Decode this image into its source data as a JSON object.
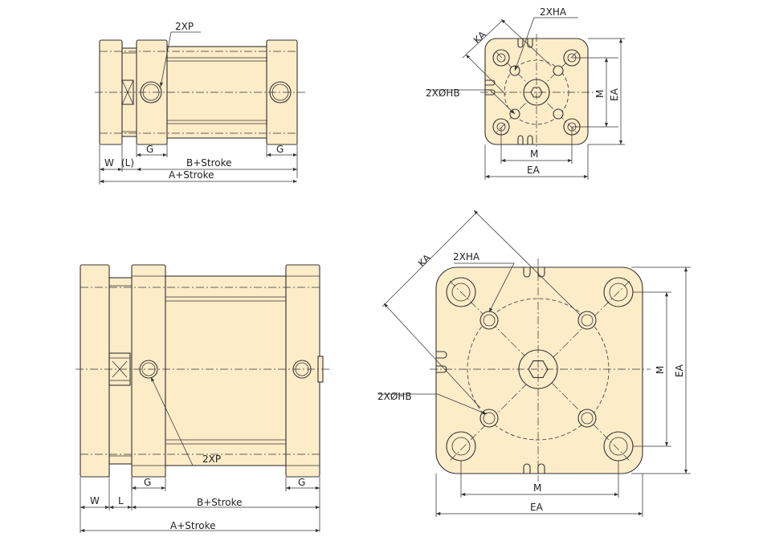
{
  "labels": {
    "port": "2XP",
    "tap_hole": "2XHA",
    "thru_hole": "2XØHB",
    "W": "W",
    "L_paren": "(L)",
    "L": "L",
    "G": "G",
    "B_stroke": "B+Stroke",
    "A_stroke": "A+Stroke",
    "KA": "KA",
    "M": "M",
    "EA": "EA"
  },
  "colors": {
    "body_fill": "#fdecc8",
    "line": "#333333",
    "background": "#ffffff"
  }
}
